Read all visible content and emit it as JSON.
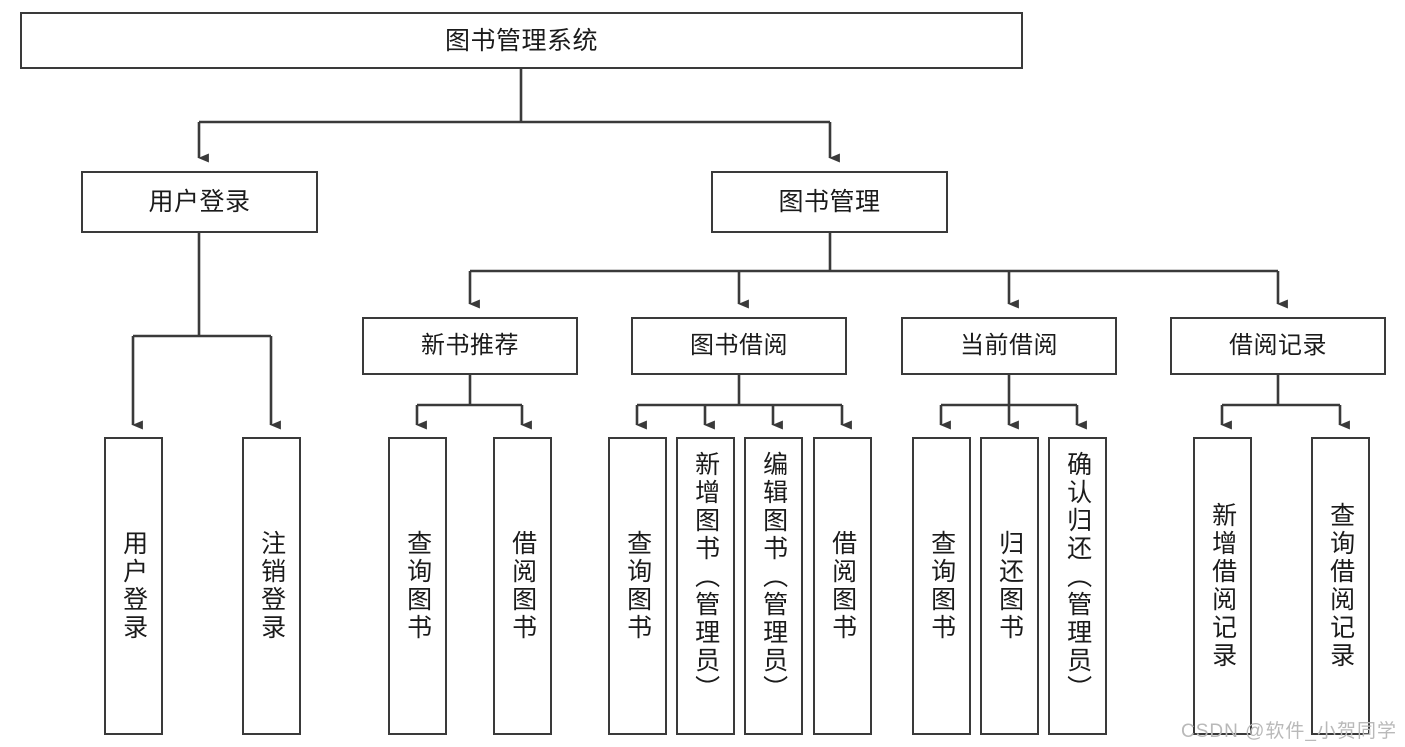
{
  "diagram": {
    "title": "图书管理系统",
    "type": "tree",
    "orientation": "top-down",
    "colors": {
      "box_border": "#3a3a3a",
      "box_fill": "#ffffff",
      "edge": "#3a3a3a",
      "text": "#1b1b1b",
      "watermark": "#b9b9b9",
      "background": "#ffffff"
    },
    "watermark": "CSDN @软件_小贺同学",
    "nodes": {
      "root": {
        "id": "root",
        "label": "图书管理系统",
        "level": 1,
        "text_direction": "horizontal"
      },
      "l2": [
        {
          "id": "user-login",
          "label": "用户登录",
          "level": 2,
          "text_direction": "horizontal"
        },
        {
          "id": "book-manage",
          "label": "图书管理",
          "level": 2,
          "text_direction": "horizontal"
        }
      ],
      "l3": [
        {
          "id": "new-book-recommend",
          "label": "新书推荐",
          "level": 3,
          "parent": "book-manage",
          "text_direction": "horizontal"
        },
        {
          "id": "book-borrow",
          "label": "图书借阅",
          "level": 3,
          "parent": "book-manage",
          "text_direction": "horizontal"
        },
        {
          "id": "current-borrow",
          "label": "当前借阅",
          "level": 3,
          "parent": "book-manage",
          "text_direction": "horizontal"
        },
        {
          "id": "borrow-record",
          "label": "借阅记录",
          "level": 3,
          "parent": "book-manage",
          "text_direction": "horizontal"
        }
      ],
      "leaves": [
        {
          "id": "leaf-user-login",
          "label": "用户登录",
          "parent": "user-login",
          "text_direction": "vertical"
        },
        {
          "id": "leaf-logout",
          "label": "注销登录",
          "parent": "user-login",
          "text_direction": "vertical"
        },
        {
          "id": "leaf-query-book-1",
          "label": "查询图书",
          "parent": "new-book-recommend",
          "text_direction": "vertical"
        },
        {
          "id": "leaf-borrow-book-1",
          "label": "借阅图书",
          "parent": "new-book-recommend",
          "text_direction": "vertical"
        },
        {
          "id": "leaf-query-book-2",
          "label": "查询图书",
          "parent": "book-borrow",
          "text_direction": "vertical"
        },
        {
          "id": "leaf-add-book",
          "label": "新增图书（管理员）",
          "parent": "book-borrow",
          "text_direction": "vertical"
        },
        {
          "id": "leaf-edit-book",
          "label": "编辑图书（管理员）",
          "parent": "book-borrow",
          "text_direction": "vertical"
        },
        {
          "id": "leaf-borrow-book-2",
          "label": "借阅图书",
          "parent": "book-borrow",
          "text_direction": "vertical"
        },
        {
          "id": "leaf-query-book-3",
          "label": "查询图书",
          "parent": "current-borrow",
          "text_direction": "vertical"
        },
        {
          "id": "leaf-return-book",
          "label": "归还图书",
          "parent": "current-borrow",
          "text_direction": "vertical"
        },
        {
          "id": "leaf-confirm-return",
          "label": "确认归还（管理员）",
          "parent": "current-borrow",
          "text_direction": "vertical"
        },
        {
          "id": "leaf-add-record",
          "label": "新增借阅记录",
          "parent": "borrow-record",
          "text_direction": "vertical"
        },
        {
          "id": "leaf-query-record",
          "label": "查询借阅记录",
          "parent": "borrow-record",
          "text_direction": "vertical"
        }
      ]
    }
  }
}
